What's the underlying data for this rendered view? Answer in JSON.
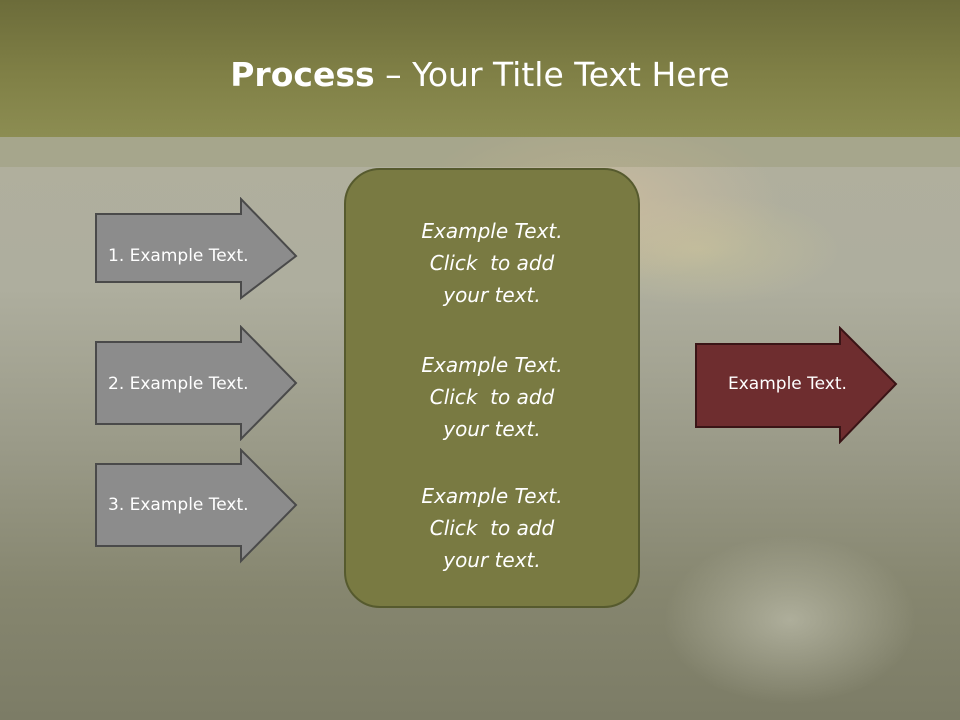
{
  "title": {
    "bold": "Process",
    "rest": " – Your Title Text Here"
  },
  "input_arrows": [
    {
      "label": "1. Example Text."
    },
    {
      "label": "2. Example Text."
    },
    {
      "label": "3. Example Text."
    }
  ],
  "center_blocks": [
    {
      "lines": [
        "Example Text.",
        "Click  to add",
        "your text."
      ]
    },
    {
      "lines": [
        "Example Text.",
        "Click  to add",
        "your text."
      ]
    },
    {
      "lines": [
        "Example Text.",
        "Click  to add",
        "your text."
      ]
    }
  ],
  "output_arrow": {
    "label": "Example Text."
  },
  "colors": {
    "title_bar": "#808046",
    "input_arrow_fill": "#8c8c8c",
    "center_box_fill": "#797a42",
    "output_arrow_fill": "#6e2d2f"
  }
}
